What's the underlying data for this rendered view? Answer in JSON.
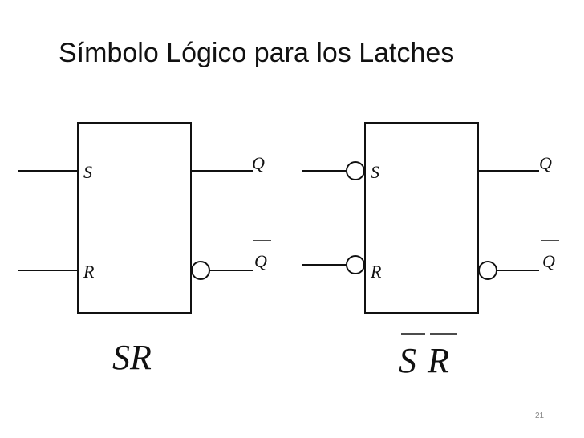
{
  "slide": {
    "title": "Símbolo Lógico para los Latches",
    "page_number": "21"
  },
  "latches": [
    {
      "name": "SR",
      "name_overbar": false,
      "input_1": "S",
      "input_2": "R",
      "output_1": "Q",
      "output_2": "Q",
      "output_2_negated": true,
      "inputs_negated": false
    },
    {
      "name_left": "S",
      "name_right": "R",
      "name_overbar": true,
      "input_1": "S",
      "input_2": "R",
      "output_1": "Q",
      "output_2": "Q",
      "output_2_negated": true,
      "inputs_negated": true
    }
  ],
  "colors": {
    "line": "#111111",
    "text": "#111111",
    "page_number": "#888888",
    "background": "#ffffff"
  }
}
